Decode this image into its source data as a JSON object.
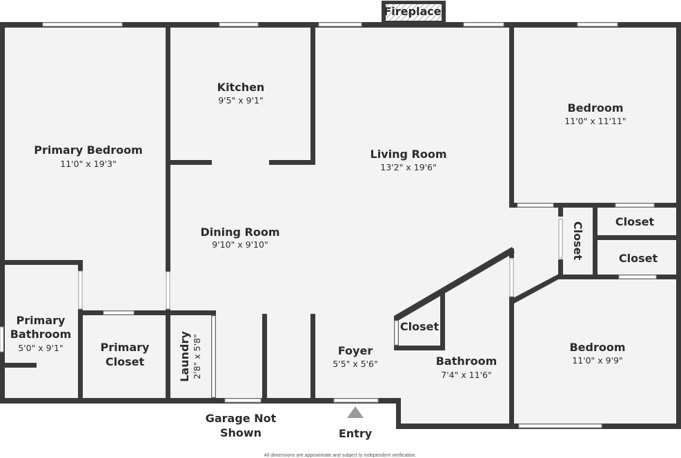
{
  "colors": {
    "floor": "#f3f3f3",
    "wall": "#3a3a3a",
    "text": "#2b2b2b"
  },
  "rooms": {
    "primary_bedroom": {
      "name": "Primary Bedroom",
      "size": "11'0\" x 19'3\""
    },
    "kitchen": {
      "name": "Kitchen",
      "size": "9'5\" x 9'1\""
    },
    "living_room": {
      "name": "Living Room",
      "size": "13'2\" x 19'6\""
    },
    "bedroom_top": {
      "name": "Bedroom",
      "size": "11'0\" x 11'11\""
    },
    "dining_room": {
      "name": "Dining Room",
      "size": "9'10\" x 9'10\""
    },
    "primary_bathroom": {
      "name_line1": "Primary",
      "name_line2": "Bathroom",
      "size": "5'0\" x 9'1\""
    },
    "primary_closet": {
      "name_line1": "Primary",
      "name_line2": "Closet"
    },
    "laundry": {
      "name": "Laundry",
      "size": "2'8\" x 5'8\""
    },
    "foyer": {
      "name": "Foyer",
      "size": "5'5\" x 5'6\""
    },
    "bathroom": {
      "name": "Bathroom",
      "size": "7'4\" x 11'6\""
    },
    "bedroom_bottom": {
      "name": "Bedroom",
      "size": "11'0\" x 9'9\""
    },
    "closet_hall": {
      "name": "Closet"
    },
    "closet_bath": {
      "name": "Closet"
    },
    "closet_upper": {
      "name": "Closet"
    },
    "closet_lower": {
      "name": "Closet"
    }
  },
  "fireplace": {
    "label": "Fireplace"
  },
  "garage": {
    "line1": "Garage Not",
    "line2": "Shown"
  },
  "entry": {
    "label": "Entry"
  },
  "disclaimer": "All dimensions are approximate and subject to independent verification."
}
